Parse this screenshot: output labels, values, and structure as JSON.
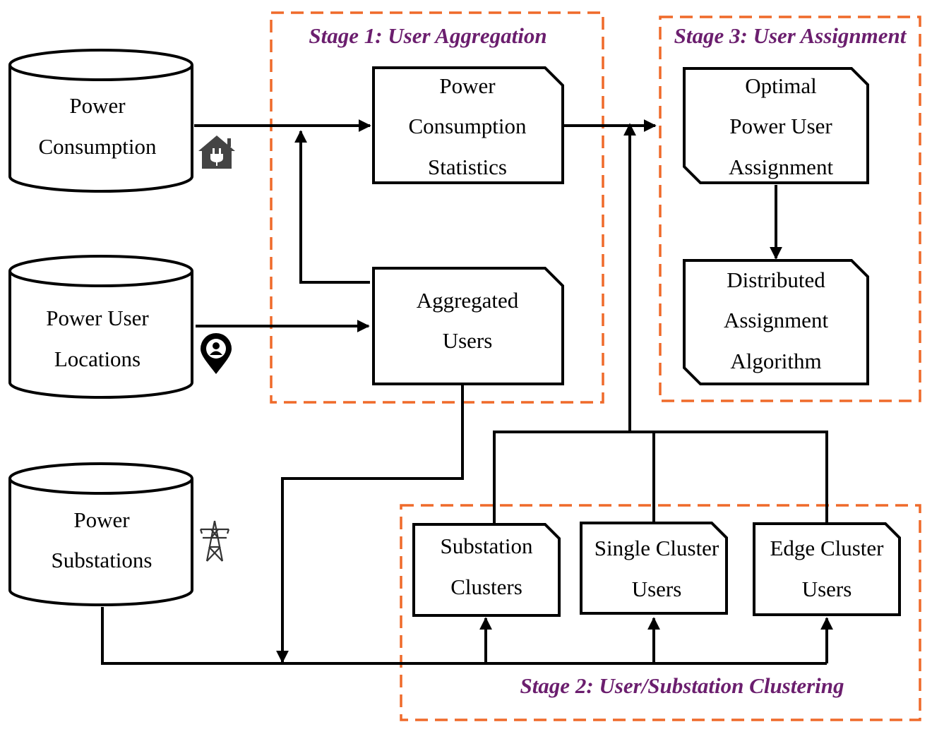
{
  "stages": {
    "stage1": "Stage 1: User Aggregation",
    "stage2": "Stage 2: User/Substation Clustering",
    "stage3": "Stage 3:  User Assignment"
  },
  "databases": {
    "power_consumption": [
      "Power",
      "Consumption"
    ],
    "power_user_locations": [
      "Power User",
      "Locations"
    ],
    "power_substations": [
      "Power",
      "Substations"
    ]
  },
  "nodes": {
    "power_consumption_statistics": [
      "Power",
      "Consumption",
      "Statistics"
    ],
    "aggregated_users": [
      "Aggregated",
      "Users"
    ],
    "optimal_power_user_assignment": [
      "Optimal",
      "Power User",
      "Assignment"
    ],
    "distributed_assignment_algorithm": [
      "Distributed",
      "Assignment",
      "Algorithm"
    ],
    "substation_clusters": [
      "Substation",
      "Clusters"
    ],
    "single_cluster_users": [
      "Single  Cluster",
      "Users"
    ],
    "edge_cluster_users": [
      "Edge Cluster",
      "Users"
    ]
  },
  "icons": {
    "house": "house-plug-icon",
    "location": "location-pin-icon",
    "tower": "transmission-tower-icon"
  },
  "colors": {
    "stage_border": "#ef6a2a",
    "stage_title": "#6b1e6e",
    "icon": "#444444"
  }
}
